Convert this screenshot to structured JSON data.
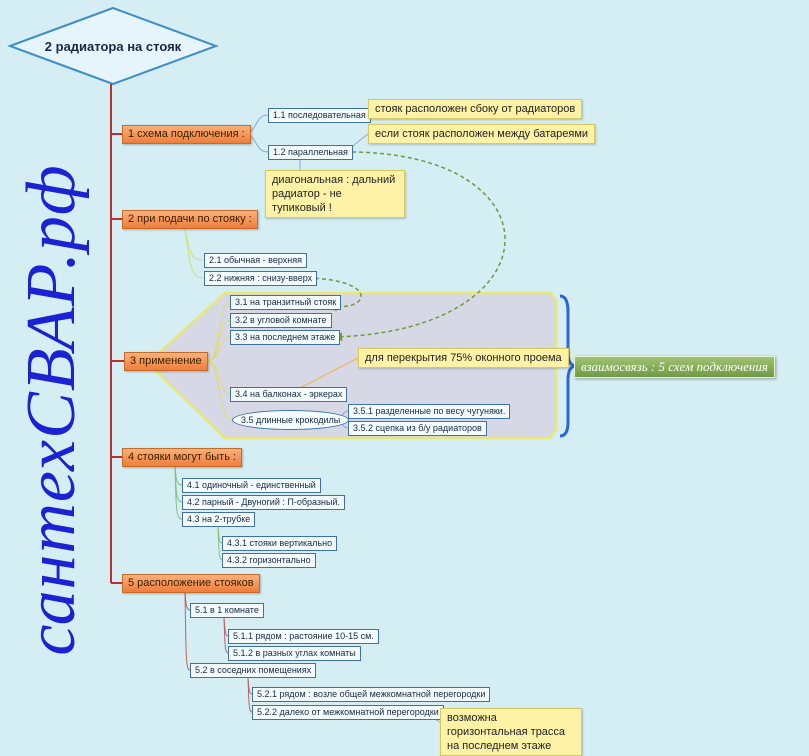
{
  "title": "2 радиатора на стояк",
  "watermark": "сантехСВАР.рф",
  "colors": {
    "background": "#d4eef4",
    "accent_line": "#c03030",
    "topic": "#f48a46",
    "note": "#fdf2a6",
    "summary": "#7fa852",
    "watermark": "#1a22d4"
  },
  "sections": {
    "s1": {
      "label": "1 схема подключения :",
      "items": [
        "1.1 последовательная",
        "1.2 параллельная"
      ]
    },
    "s2": {
      "label": "2 при подачи по стояку :",
      "items": [
        "2.1 обычная - верхняя",
        "2.2 нижняя : снизу-вверх"
      ]
    },
    "s3": {
      "label": "3 применение",
      "items": [
        "3.1 на транзитный стояк",
        "3.2 в угловой комнате",
        "3.3 на последнем этаже",
        "3.4 на балконах - эркерах",
        "3.5 длинные крокодилы"
      ],
      "sub35": [
        "3.5.1 разделенные по весу чугуняки.",
        "3.5.2 сцепка из б/у радиаторов"
      ]
    },
    "s4": {
      "label": "4 стояки могут быть :",
      "items": [
        "4.1 одиночный - единственный",
        "4.2 парный - Двуногий : П-образный.",
        "4.3 на 2-трубке"
      ],
      "sub43": [
        "4.3.1 стояки вертикально",
        "4.3.2 горизонтально"
      ]
    },
    "s5": {
      "label": "5 расположение стояков",
      "items": [
        "5.1 в 1 комнате",
        "5.2 в соседних помещениях"
      ],
      "sub51": [
        "5.1.1 рядом : растояние 10-15 см.",
        "5.1.2 в разных углах комнаты"
      ],
      "sub52": [
        "5.2.1 рядом : возле общей межкомнатной перегородки",
        "5.2.2 далеко от межкомнатной перегородки"
      ]
    }
  },
  "notes": {
    "n1": "стояк расположен сбоку от радиаторов",
    "n2": "если стояк расположен между батареями",
    "n3": "диагональная : дальний радиатор - не тупиковый !",
    "n4": "для перекрытия 75% оконного проема",
    "n5": "возможна горизонтальная трасса на последнем этаже"
  },
  "summary": "взаимосвязь : 5 схем подключения"
}
